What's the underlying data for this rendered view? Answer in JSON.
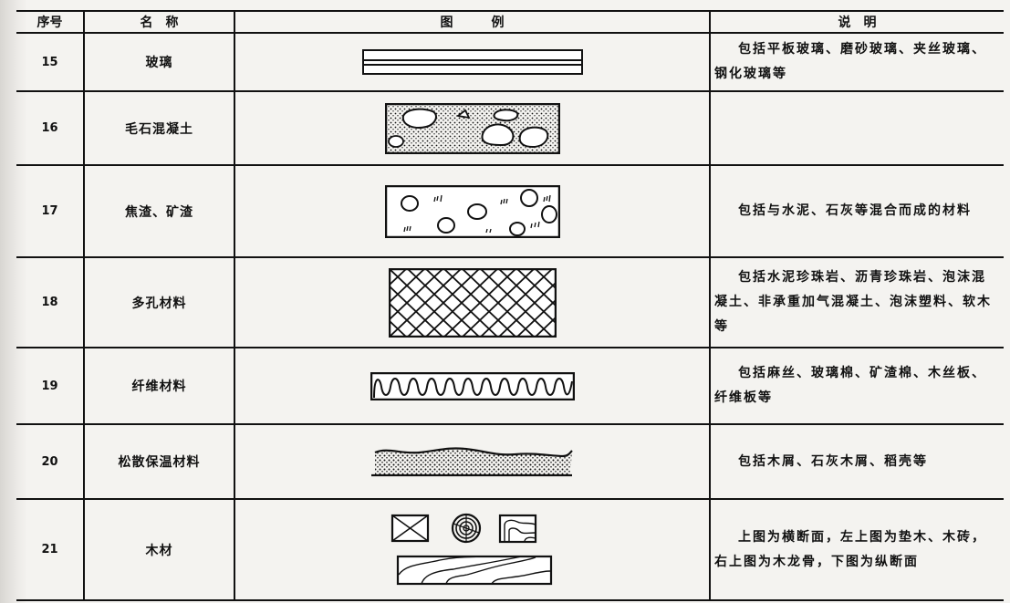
{
  "table": {
    "headers": {
      "no": "序号",
      "name": "名　称",
      "figure": "图　　　例",
      "description": "说　明"
    },
    "rows": [
      {
        "no": "15",
        "name": "玻璃",
        "figure_icon": "glass-pattern-icon",
        "description": "包括平板玻璃、磨砂玻璃、夹丝玻璃、钢化玻璃等"
      },
      {
        "no": "16",
        "name": "毛石混凝土",
        "figure_icon": "rubble-concrete-pattern-icon",
        "description": ""
      },
      {
        "no": "17",
        "name": "焦渣、矿渣",
        "figure_icon": "cinder-slag-pattern-icon",
        "description": "包括与水泥、石灰等混合而成的材料"
      },
      {
        "no": "18",
        "name": "多孔材料",
        "figure_icon": "porous-material-crosshatch-icon",
        "description": "包括水泥珍珠岩、沥青珍珠岩、泡沫混凝土、非承重加气混凝土、泡沫塑料、软木等"
      },
      {
        "no": "19",
        "name": "纤维材料",
        "figure_icon": "fiber-material-wave-icon",
        "description": "包括麻丝、玻璃棉、矿渣棉、木丝板、纤维板等"
      },
      {
        "no": "20",
        "name": "松散保温材料",
        "figure_icon": "loose-insulation-pattern-icon",
        "description": "包括木屑、石灰木屑、稻壳等"
      },
      {
        "no": "21",
        "name": "木材",
        "figure_icon": "timber-sections-icon",
        "description": "上图为横断面，左上图为垫木、木砖，右上图为木龙骨，下图为纵断面"
      }
    ]
  }
}
